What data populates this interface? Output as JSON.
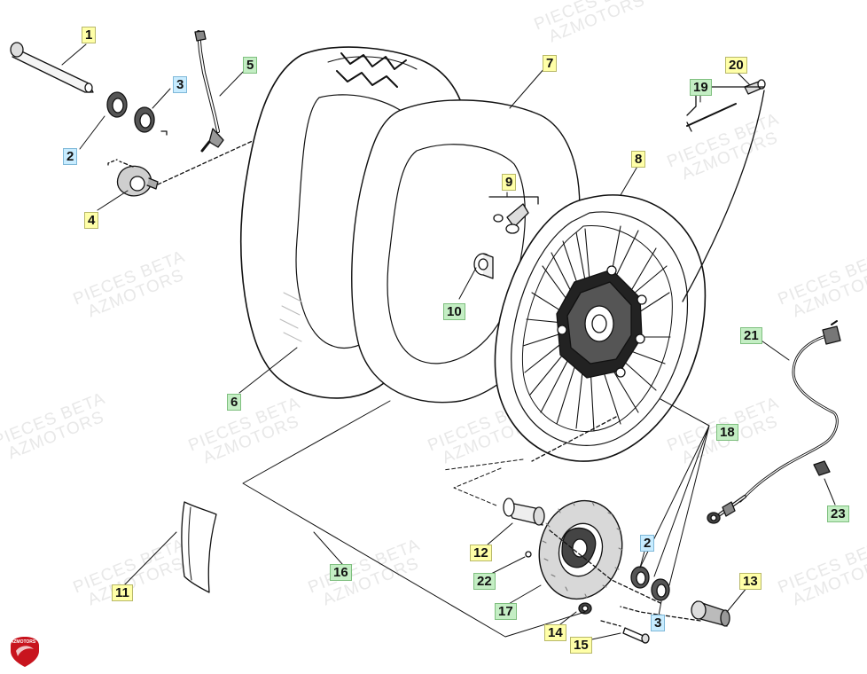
{
  "watermark": {
    "line1": "PIECES BETA",
    "line2": "AZMOTORS"
  },
  "brand": {
    "text": "AZMOTORS"
  },
  "callouts": [
    {
      "label": "1"
    },
    {
      "label": "2"
    },
    {
      "label": "3"
    },
    {
      "label": "4"
    },
    {
      "label": "5"
    },
    {
      "label": "6"
    },
    {
      "label": "7"
    },
    {
      "label": "8"
    },
    {
      "label": "9"
    },
    {
      "label": "10"
    },
    {
      "label": "11"
    },
    {
      "label": "12"
    },
    {
      "label": "13"
    },
    {
      "label": "14"
    },
    {
      "label": "15"
    },
    {
      "label": "16"
    },
    {
      "label": "17"
    },
    {
      "label": "18"
    },
    {
      "label": "19"
    },
    {
      "label": "20"
    },
    {
      "label": "21"
    },
    {
      "label": "22"
    },
    {
      "label": "23"
    },
    {
      "label": "2"
    },
    {
      "label": "3"
    }
  ],
  "colors": {
    "label_yellow": "#ffffa8",
    "label_green": "#c4eec4",
    "label_blue": "#c8ecff",
    "brand_red": "#c8141e"
  }
}
